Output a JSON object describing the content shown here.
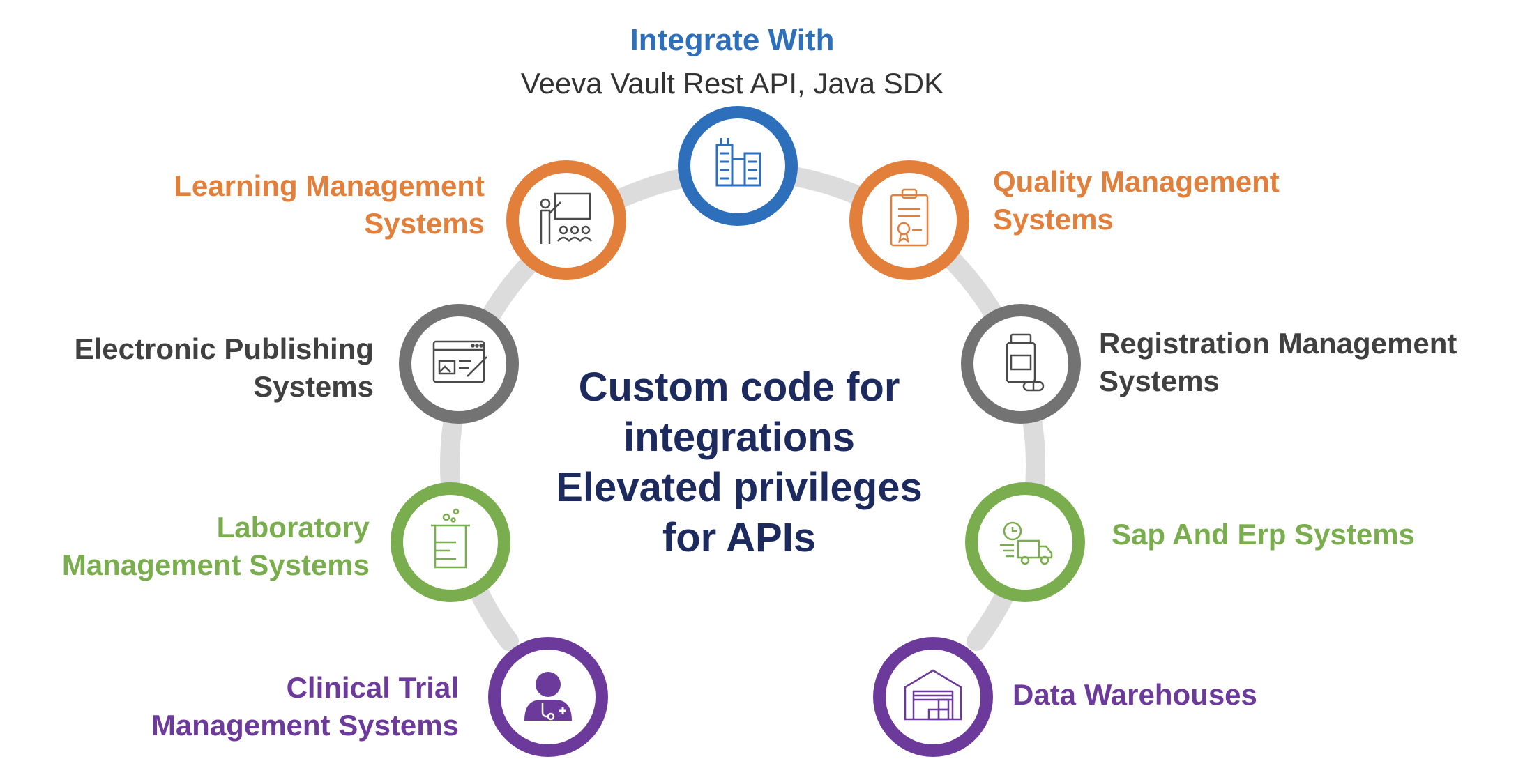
{
  "colors": {
    "blue": "#2e6fbb",
    "orange": "#e27f3a",
    "gray": "#737373",
    "green": "#79ad4e",
    "purple": "#6c3a9a",
    "navy": "#1c2a5e",
    "ring": "#dcdcdc",
    "icon_stroke": "#4a4a4a"
  },
  "header": {
    "title": "Integrate With",
    "subtitle": "Veeva Vault Rest API, Java SDK"
  },
  "center": {
    "lines": [
      "Custom code for",
      "integrations",
      "Elevated privileges",
      "for APIs"
    ]
  },
  "nodes": [
    {
      "id": "integrate",
      "color": "blue",
      "icon": "buildings-icon",
      "lines": []
    },
    {
      "id": "learning",
      "color": "orange",
      "icon": "presentation-icon",
      "lines": [
        "Learning Management",
        "Systems"
      ]
    },
    {
      "id": "quality",
      "color": "orange",
      "icon": "certificate-clipboard-icon",
      "lines": [
        "Quality Management",
        "Systems"
      ]
    },
    {
      "id": "publishing",
      "color": "gray",
      "icon": "browser-edit-icon",
      "lines": [
        "Electronic Publishing",
        "Systems"
      ]
    },
    {
      "id": "registration",
      "color": "gray",
      "icon": "medicine-bottle-icon",
      "lines": [
        "Registration Management",
        "Systems"
      ]
    },
    {
      "id": "laboratory",
      "color": "green",
      "icon": "beaker-icon",
      "lines": [
        "Laboratory",
        "Management Systems"
      ]
    },
    {
      "id": "sap",
      "color": "green",
      "icon": "delivery-truck-icon",
      "lines": [
        "Sap And Erp Systems"
      ]
    },
    {
      "id": "clinical",
      "color": "purple",
      "icon": "doctor-icon",
      "lines": [
        "Clinical Trial",
        "Management Systems"
      ]
    },
    {
      "id": "warehouse",
      "color": "purple",
      "icon": "warehouse-icon",
      "lines": [
        "Data Warehouses"
      ]
    }
  ]
}
